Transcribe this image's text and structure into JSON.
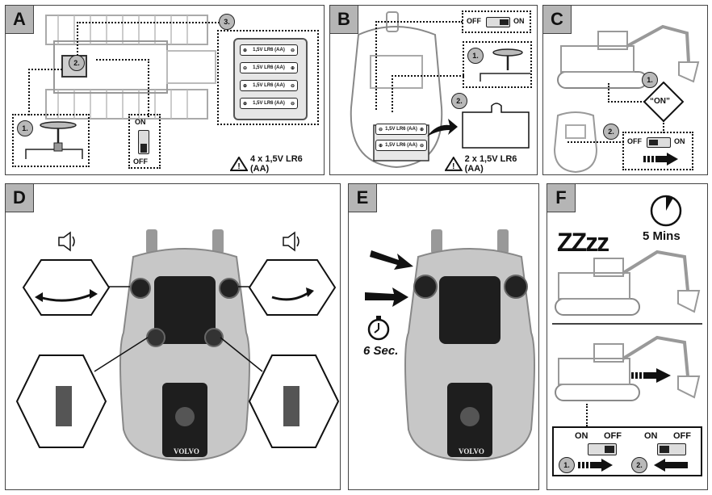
{
  "panels": {
    "A": {
      "label": "A",
      "step1": "1.",
      "step2": "2.",
      "step3": "3.",
      "batteries": [
        "1,5V LR6 (AA)",
        "1,5V LR6 (AA)",
        "1,5V LR6 (AA)",
        "1,5V LR6 (AA)"
      ],
      "switch_on": "ON",
      "switch_off": "OFF",
      "warning": "4 x 1,5V LR6 (AA)"
    },
    "B": {
      "label": "B",
      "step1": "1.",
      "step2": "2.",
      "switch_off": "OFF",
      "switch_on": "ON",
      "batteries": [
        "1,5V LR6 (AA)",
        "1,5V LR6 (AA)"
      ],
      "warning": "2 x 1,5V LR6 (AA)"
    },
    "C": {
      "label": "C",
      "step1": "1.",
      "step2": "2.",
      "on_sign": "“ON”",
      "switch_off": "OFF",
      "switch_on": "ON"
    },
    "D": {
      "label": "D",
      "brand": "VOLVO"
    },
    "E": {
      "label": "E",
      "brand": "VOLVO",
      "timer": "6 Sec."
    },
    "F": {
      "label": "F",
      "sleep": "ZZzz",
      "timer": "5 Mins",
      "sw1_on": "ON",
      "sw1_off": "OFF",
      "sw2_on": "ON",
      "sw2_off": "OFF",
      "step1": "1.",
      "step2": "2."
    }
  },
  "icons": [
    "warning-triangle-icon",
    "speaker-icon",
    "stopwatch-icon",
    "arrow-icon",
    "screwdriver-icon"
  ]
}
